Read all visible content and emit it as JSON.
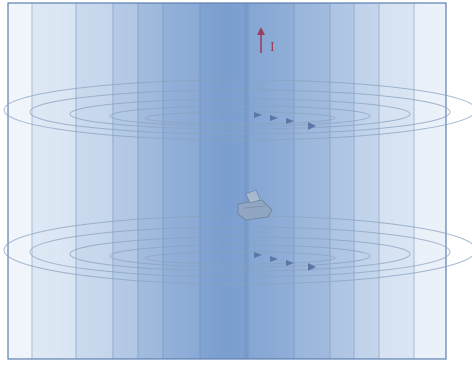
{
  "diagram": {
    "current_label": "I",
    "colors": {
      "band_light": "#e6eef8",
      "band_mid": "#b9cde6",
      "band_deep": "#7fa3d2",
      "center": "#6f95c8",
      "frame": "#5a7fb0",
      "field_lines": "#8aa3bf",
      "arrows": "#5b77a8",
      "current_arrow": "#9a4060"
    },
    "field_ring_groups": 2,
    "arrows_per_group": 4
  }
}
